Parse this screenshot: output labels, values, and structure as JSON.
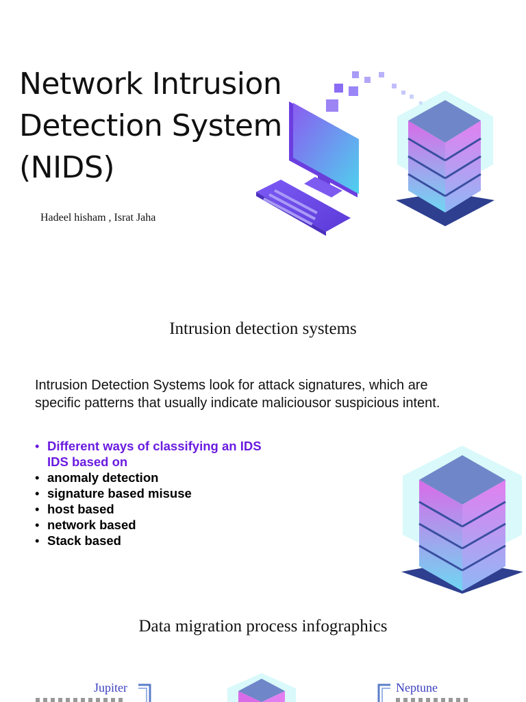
{
  "slide1": {
    "title_lines": [
      "Network Intrusion",
      "Detection System",
      "(NIDS)"
    ],
    "authors": "Hadeel hisham , Israt Jaha"
  },
  "slide2": {
    "heading": "Intrusion detection systems",
    "intro": "Intrusion Detection Systems look for attack signatures, which are specific patterns that usually indicate maliciousor suspicious intent.",
    "bullets": [
      "Different ways of classifying an IDS",
      "IDS based on",
      "anomaly detection",
      "signature based misuse",
      "host based",
      "network based",
      "Stack based"
    ]
  },
  "slide3": {
    "heading": "Data migration process infographics",
    "left_label": "Jupiter",
    "right_label": "Neptune"
  },
  "colors": {
    "accent_purple": "#6a1be0",
    "server_top": "#6f86c8",
    "server_base": "#2e3f8f",
    "glow": "#c9f6f8",
    "label_blue": "#3b3fbf"
  },
  "icons": [
    "computer-illustration",
    "server-illustration"
  ]
}
